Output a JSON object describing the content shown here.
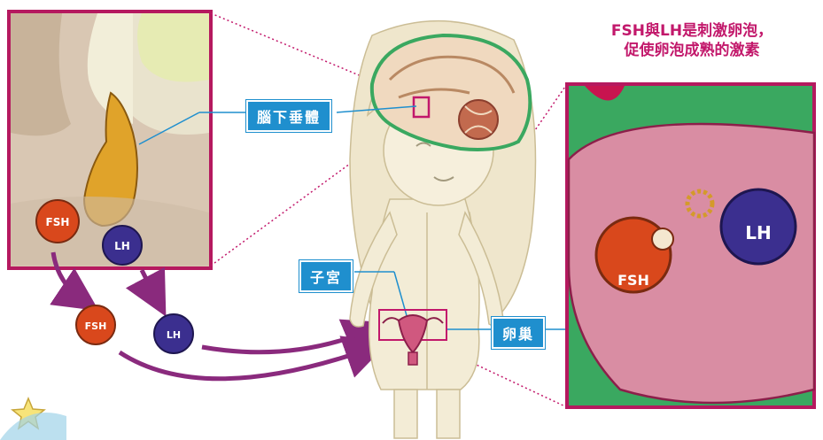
{
  "labels": {
    "pituitary": "腦下垂體",
    "uterus": "子宮",
    "ovary": "卵巢"
  },
  "caption": {
    "line1": "FSH與LH是刺激卵泡，",
    "line2": "促使卵泡成熟的激素"
  },
  "hormones": {
    "fsh": "FSH",
    "lh": "LH"
  },
  "colors": {
    "frame": "#b5195f",
    "label_bg": "#1f8fce",
    "caption": "#c2186b",
    "fsh": "#d9481c",
    "lh": "#3b2f8f",
    "ovary_bg": "#d98da3",
    "green": "#3aa860"
  }
}
